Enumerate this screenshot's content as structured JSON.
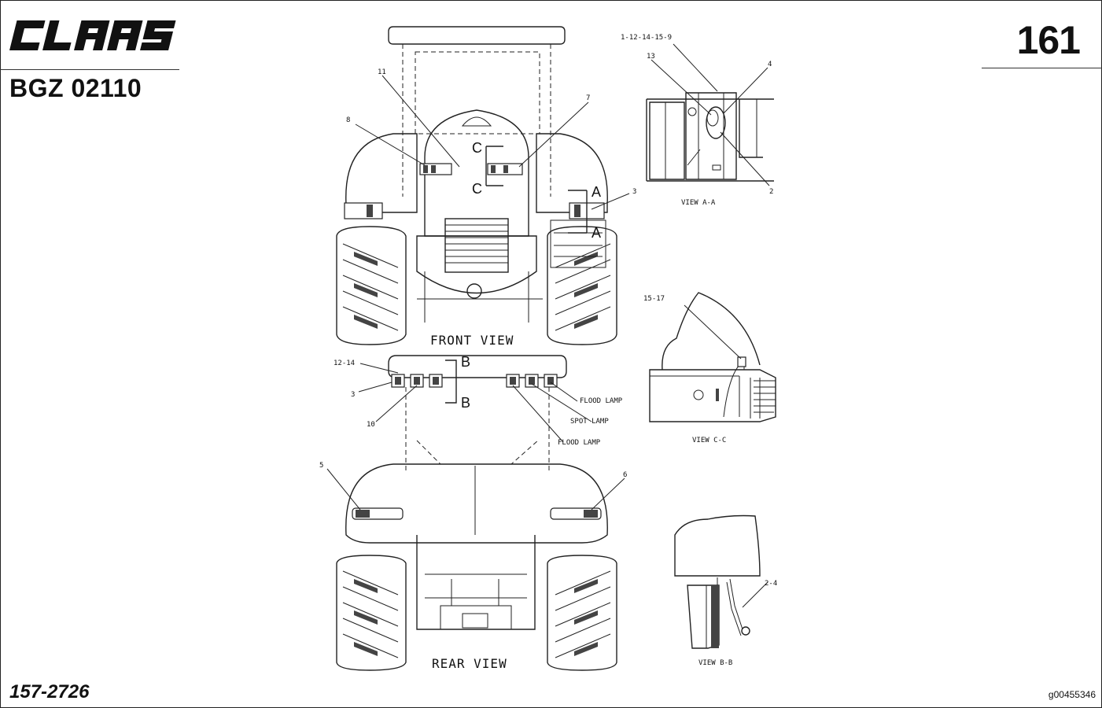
{
  "header": {
    "brand": "CLAAS",
    "document_code": "BGZ 02110",
    "page_number": "161"
  },
  "footer": {
    "part_number": "157-2726",
    "image_id": "g00455346"
  },
  "views": {
    "front": "FRONT VIEW",
    "rear": "REAR VIEW",
    "a_a": "VIEW A-A",
    "b_b": "VIEW B-B",
    "c_c": "VIEW C-C"
  },
  "section_markers": {
    "c": "C",
    "a": "A",
    "b": "B"
  },
  "callouts": {
    "front_11": "11",
    "front_8": "8",
    "front_7": "7",
    "front_3": "3",
    "rear_12_14": "12-14",
    "rear_3": "3",
    "rear_10": "10",
    "rear_5": "5",
    "rear_6": "6",
    "flood_lamp_1": "FLOOD LAMP",
    "spot_lamp": "SPOT LAMP",
    "flood_lamp_2": "FLOOD LAMP",
    "aa_top": "1-12-14-15-9",
    "aa_13": "13",
    "aa_4": "4",
    "aa_2": "2",
    "cc_15_17": "15-17",
    "bb_2_4": "2-4"
  }
}
